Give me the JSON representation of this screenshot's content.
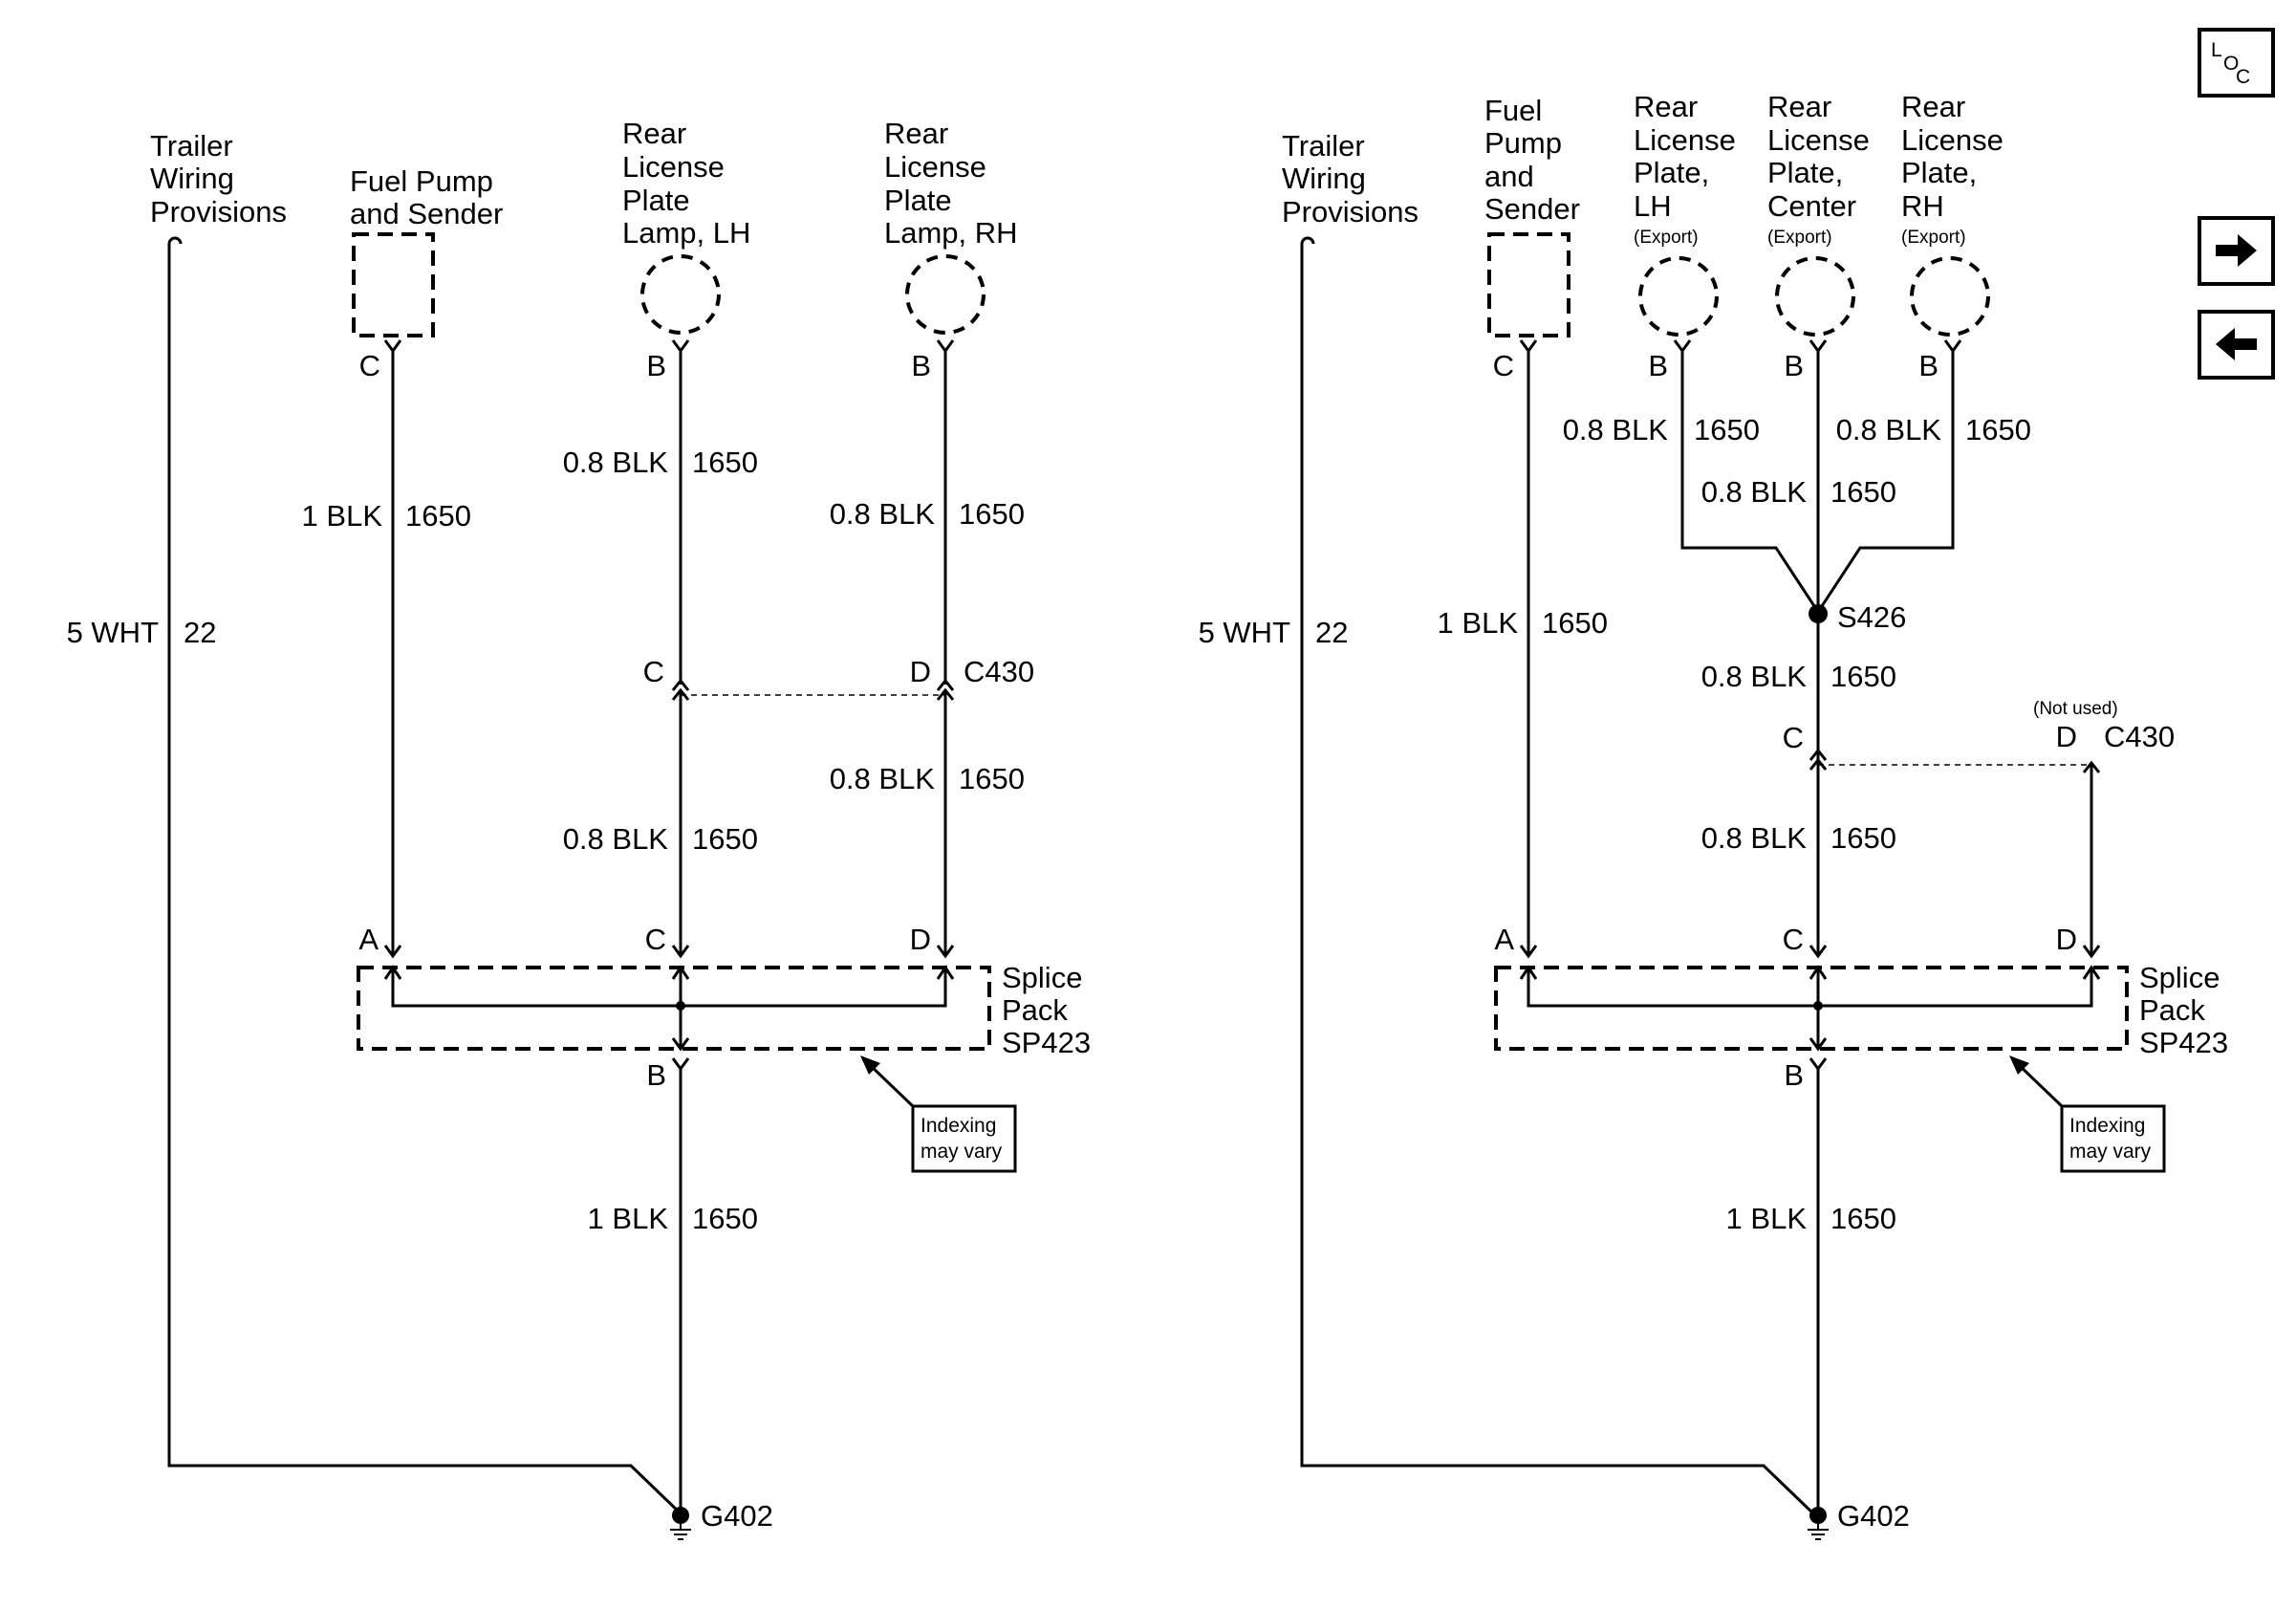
{
  "diagram_left": {
    "trailer_wiring": [
      "Trailer",
      "Wiring",
      "Provisions"
    ],
    "fuel_pump": [
      "Fuel Pump",
      "and Sender"
    ],
    "lamp_lh": [
      "Rear",
      "License",
      "Plate",
      "Lamp, LH"
    ],
    "lamp_rh": [
      "Rear",
      "License",
      "Plate",
      "Lamp, RH"
    ],
    "wire_trailer": {
      "size_color": "5 WHT",
      "circuit": "22"
    },
    "wire_fuel": {
      "size_color": "1 BLK",
      "circuit": "1650"
    },
    "wire_lh_upper": {
      "size_color": "0.8 BLK",
      "circuit": "1650"
    },
    "wire_rh_upper": {
      "size_color": "0.8 BLK",
      "circuit": "1650"
    },
    "wire_lh_lower": {
      "size_color": "0.8 BLK",
      "circuit": "1650"
    },
    "wire_rh_lower": {
      "size_color": "0.8 BLK",
      "circuit": "1650"
    },
    "wire_ground": {
      "size_color": "1 BLK",
      "circuit": "1650"
    },
    "pins": {
      "fuel": "C",
      "lh": "B",
      "rh": "B",
      "c430_lh": "C",
      "c430_rh": "D",
      "sp_a": "A",
      "sp_c": "C",
      "sp_d": "D",
      "sp_b": "B"
    },
    "connector": "C430",
    "splice_pack": [
      "Splice",
      "Pack",
      "SP423"
    ],
    "note": [
      "Indexing",
      "may vary"
    ],
    "ground": "G402"
  },
  "diagram_right": {
    "trailer_wiring": [
      "Trailer",
      "Wiring",
      "Provisions"
    ],
    "fuel_pump": [
      "Fuel",
      "Pump",
      "and",
      "Sender"
    ],
    "plate_lh": [
      "Rear",
      "License",
      "Plate,",
      "LH"
    ],
    "plate_center": [
      "Rear",
      "License",
      "Plate,",
      "Center"
    ],
    "plate_rh": [
      "Rear",
      "License",
      "Plate,",
      "RH"
    ],
    "export_label": "(Export)",
    "wire_trailer": {
      "size_color": "5 WHT",
      "circuit": "22"
    },
    "wire_fuel": {
      "size_color": "1 BLK",
      "circuit": "1650"
    },
    "wire_lh": {
      "size_color": "0.8 BLK",
      "circuit": "1650"
    },
    "wire_center": {
      "size_color": "0.8 BLK",
      "circuit": "1650"
    },
    "wire_rh": {
      "size_color": "0.8 BLK",
      "circuit": "1650"
    },
    "wire_s426": {
      "size_color": "0.8 BLK",
      "circuit": "1650"
    },
    "wire_c430": {
      "size_color": "0.8 BLK",
      "circuit": "1650"
    },
    "wire_ground": {
      "size_color": "1 BLK",
      "circuit": "1650"
    },
    "splice": "S426",
    "not_used": "(Not used)",
    "pins": {
      "fuel": "C",
      "lh": "B",
      "center": "B",
      "rh": "B",
      "c430_c": "C",
      "c430_d": "D",
      "sp_a": "A",
      "sp_c": "C",
      "sp_d": "D",
      "sp_b": "B"
    },
    "connector": "C430",
    "splice_pack": [
      "Splice",
      "Pack",
      "SP423"
    ],
    "note": [
      "Indexing",
      "may vary"
    ],
    "ground": "G402"
  },
  "nav": {
    "loc": [
      "L",
      "O",
      "C"
    ],
    "forward_icon": "right-arrow-icon",
    "back_icon": "left-arrow-icon"
  }
}
